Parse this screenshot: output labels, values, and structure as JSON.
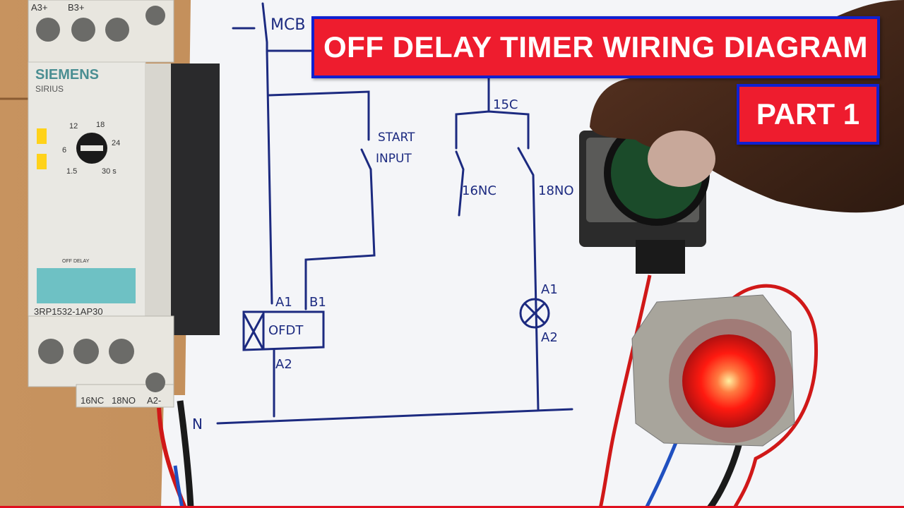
{
  "banner": {
    "title": "OFF DELAY TIMER WIRING DIAGRAM",
    "part": "PART 1"
  },
  "relay": {
    "brand": "SIEMENS",
    "series": "SIRIUS",
    "top_terminals": "A3+",
    "top_terminals_2": "B3+",
    "dial_labels": [
      "12",
      "18",
      "6",
      "24",
      "1.5",
      "30 s"
    ],
    "mode_text": "OFF DELAY",
    "model": "3RP1532-1AP30",
    "bottom_terminals": [
      "16NC",
      "18NO",
      "A2-"
    ]
  },
  "diagram": {
    "mcb": "MCB",
    "start_input_1": "START",
    "start_input_2": "INPUT",
    "contact_common": "15C",
    "contact_nc": "16NC",
    "contact_no": "18NO",
    "coil_a1": "A1",
    "coil_b1": "B1",
    "coil_label": "OFDT",
    "coil_a2": "A2",
    "lamp_a1": "A1",
    "lamp_a2": "A2",
    "neutral": "N"
  },
  "colors": {
    "banner_fill": "#ee1c2e",
    "banner_border": "#1020d0",
    "ink": "#1c2a80",
    "lamp": "#ff2a1a"
  }
}
